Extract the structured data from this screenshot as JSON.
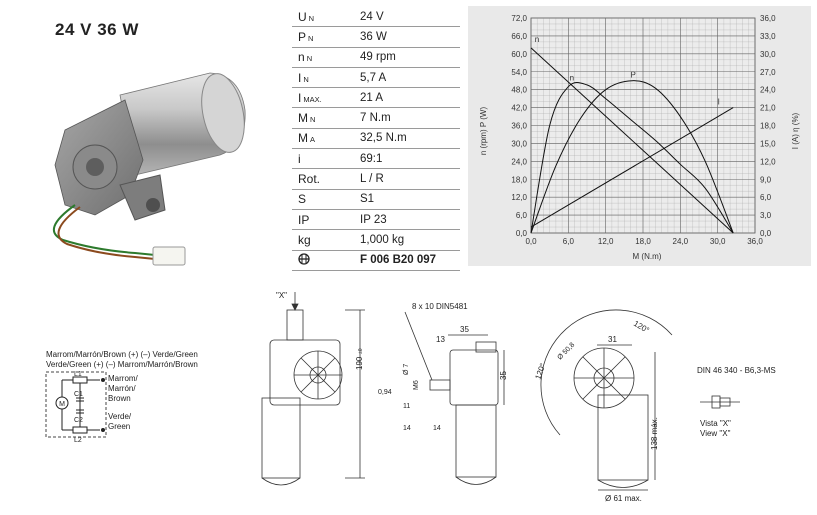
{
  "header": {
    "title": "24 V   36 W"
  },
  "spec": {
    "rows": [
      {
        "sym": "U",
        "sub": "N",
        "value": "24 V"
      },
      {
        "sym": "P",
        "sub": "N",
        "value": "36 W"
      },
      {
        "sym": "n",
        "sub": "N",
        "value": "49 rpm"
      },
      {
        "sym": "I",
        "sub": "N",
        "value": "5,7 A"
      },
      {
        "sym": "I",
        "sub": "MAX.",
        "value": "21 A"
      },
      {
        "sym": "M",
        "sub": "N",
        "value": "7 N.m"
      },
      {
        "sym": "M",
        "sub": "A",
        "value": "32,5 N.m"
      },
      {
        "sym": "i",
        "sub": "",
        "value": "69:1"
      },
      {
        "sym": "Rot.",
        "sub": "",
        "value": "L / R"
      },
      {
        "sym": "S",
        "sub": "",
        "value": "S1"
      },
      {
        "sym": "IP",
        "sub": "",
        "value": "IP 23"
      },
      {
        "sym": "kg",
        "sub": "",
        "value": "1,000 kg"
      },
      {
        "sym": "",
        "sub": "",
        "value": "F 006 B20 097"
      }
    ]
  },
  "chart_data": {
    "type": "line",
    "xlabel": "M (N.m)",
    "ylabel_left": "n (rpm)  P (W)",
    "ylabel_right": "I (A)  η (%)",
    "xlim": [
      0,
      36
    ],
    "ylim_left": [
      0,
      72
    ],
    "ylim_right": [
      0,
      36
    ],
    "x_ticks": [
      "0,0",
      "6,0",
      "12,0",
      "18,0",
      "24,0",
      "30,0",
      "36,0"
    ],
    "y_ticks_left": [
      "0,0",
      "6,0",
      "12,0",
      "18,0",
      "24,0",
      "30,0",
      "36,0",
      "42,0",
      "48,0",
      "54,0",
      "60,0",
      "66,0",
      "72,0"
    ],
    "y_ticks_right": [
      "0,0",
      "3,0",
      "6,0",
      "9,0",
      "12,0",
      "15,0",
      "18,0",
      "21,0",
      "24,0",
      "27,0",
      "30,0",
      "33,0",
      "36,0"
    ],
    "grid": true,
    "series": [
      {
        "name": "n",
        "axis": "left",
        "x": [
          0,
          32.5
        ],
        "y": [
          62,
          0
        ]
      },
      {
        "name": "η",
        "axis": "right",
        "x": [
          0,
          3,
          6,
          9,
          12,
          16,
          20,
          24,
          28,
          32.5
        ],
        "y": [
          0,
          18,
          24.5,
          24.8,
          22.5,
          19,
          15.5,
          11.5,
          7.5,
          0
        ]
      },
      {
        "name": "P",
        "axis": "left",
        "x": [
          0,
          4,
          8,
          12,
          16.25,
          20,
          24,
          28,
          32.5
        ],
        "y": [
          0,
          22.5,
          38.5,
          48,
          51,
          48.5,
          39,
          24,
          0
        ]
      },
      {
        "name": "I",
        "axis": "right",
        "x": [
          0,
          32.5
        ],
        "y": [
          1,
          21
        ]
      }
    ],
    "curve_labels": [
      "n",
      "n",
      "P",
      "I"
    ]
  },
  "drawings": {
    "view_x_label": "\"X\"",
    "dim_190": "190",
    "dim_190_tol": "±0",
    "dim_8x10": "8 x 10 DIN5481",
    "dim_35_top": "35",
    "dim_13": "13",
    "dim_7": "Ø 7",
    "dim_m6": "M6",
    "dim_094": "0,94",
    "dim_11": "11",
    "dim_14a": "14",
    "dim_14b": "14",
    "dim_35_side": "35",
    "dim_120a": "120°",
    "dim_120b": "120°",
    "dim_31": "31",
    "dim_50": "Ø 50,8",
    "dim_138": "138 máx.",
    "dim_61": "Ø 61 max.",
    "din_note": "DIN 46 340 - B6,3-MS",
    "view_note_1": "Vista \"X\"",
    "view_note_2": "View \"X\"",
    "wiring_1": "Marrom/Marrón/Brown (+)  (–) Verde/Green",
    "wiring_2": "Verde/Green (+)  (–) Marrom/Marrón/Brown",
    "wiring_l1": "L1",
    "wiring_c1": "C1",
    "wiring_c2": "C2",
    "wiring_l2": "L2",
    "wiring_m": "M",
    "wiring_brown_1": "Marrom/",
    "wiring_brown_2": "Marrón/",
    "wiring_brown_3": "Brown",
    "wiring_green_1": "Verde/",
    "wiring_green_2": "Green"
  }
}
